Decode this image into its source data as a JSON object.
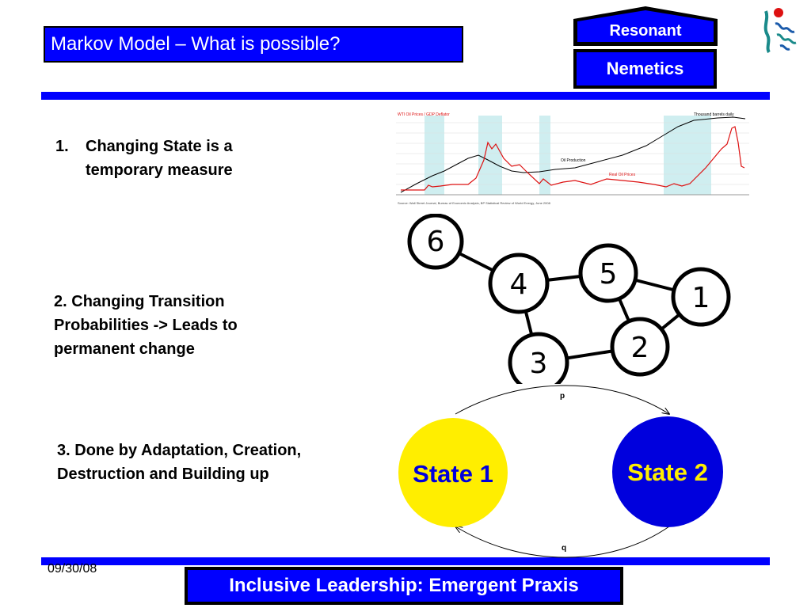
{
  "slide": {
    "title": "Markov Model – What is possible?",
    "brand_top": "Resonant",
    "brand_bottom": "Nemetics",
    "date": "09/30/08",
    "footer": "Inclusive Leadership: Emergent Praxis"
  },
  "points": [
    {
      "num": "1.",
      "text": "Changing State is a temporary measure"
    },
    {
      "num": "2.",
      "text": "Changing Transition Probabilities -> Leads to permanent change"
    },
    {
      "num": "3.",
      "text": "Done by Adaptation, Creation, Destruction and Building up"
    }
  ],
  "chart_data": {
    "type": "line",
    "title": "WTI Oil Prices / GDP Deflator",
    "right_label": "Thousand barrels daily",
    "series": [
      {
        "name": "Oil Production",
        "color": "#000000"
      },
      {
        "name": "Real Oil Prices",
        "color": "#dd1111"
      }
    ],
    "source_text": "Source: Wall Street Journal, Bureau of Economic Analysis, BP Statistical Review of World Energy, June 2008"
  },
  "network": {
    "nodes": [
      "6",
      "4",
      "5",
      "1",
      "3",
      "2"
    ]
  },
  "markov": {
    "state1": "State 1",
    "state2": "State 2",
    "p_label": "p",
    "q_label": "q",
    "colors": {
      "state1": "#ffee00",
      "state2": "#0000dd",
      "text1": "#0000dd",
      "text2": "#ffee00"
    }
  }
}
